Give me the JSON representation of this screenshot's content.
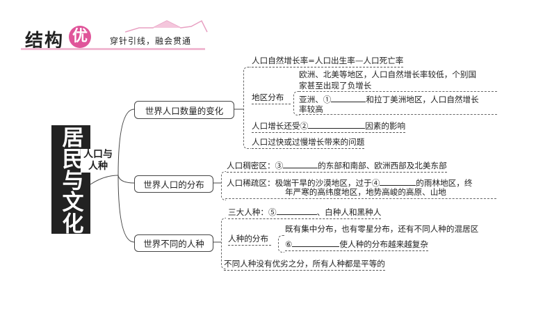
{
  "header": {
    "title": "结构",
    "badge": "优",
    "subtitle": "穿针引线，融会贯通",
    "accent": "#e0559a"
  },
  "side_title": "居民与文化",
  "topic": "人口与人种",
  "branches": [
    {
      "label": "世界人口数量的变化",
      "items": {
        "formula": "人口自然增长率=人口出生率—人口死亡率",
        "region_label": "地区分布",
        "region_a1": "欧洲、北美等地区，人口自然增长率较低，个别国",
        "region_a2": "家甚至出现了负增长",
        "region_b1_pre": "亚洲、①",
        "region_b1_post": "和拉丁美洲地区，人口自然增长",
        "region_b2": "率较高",
        "factor_pre": "人口增长还受②",
        "factor_post": "因素的影响",
        "problem": "人口过快或过慢增长带来的问题"
      }
    },
    {
      "label": "世界人口的分布",
      "items": {
        "dense_pre": "人口稠密区：③",
        "dense_post": "的东部和南部、欧洲西部及北美东部",
        "sparse_pre": "人口稀疏区：极端干旱的沙漠地区，过于④",
        "sparse_post": "的雨林地区，终",
        "sparse2": "年严寒的高纬度地区，地势高峻的高原、山地"
      }
    },
    {
      "label": "世界不同的人种",
      "items": {
        "races_pre": "三大人种：⑤",
        "races_post": "、白种人和黑种人",
        "dist_label": "人种的分布",
        "dist_a": "既有集中分布，也有零星分布，还有不同人种的混居区",
        "dist_b_pre": "⑥",
        "dist_b_post": "使人种的分布越来越复杂",
        "equal": "不同人种没有优劣之分，所有人种都是平等的"
      }
    }
  ]
}
